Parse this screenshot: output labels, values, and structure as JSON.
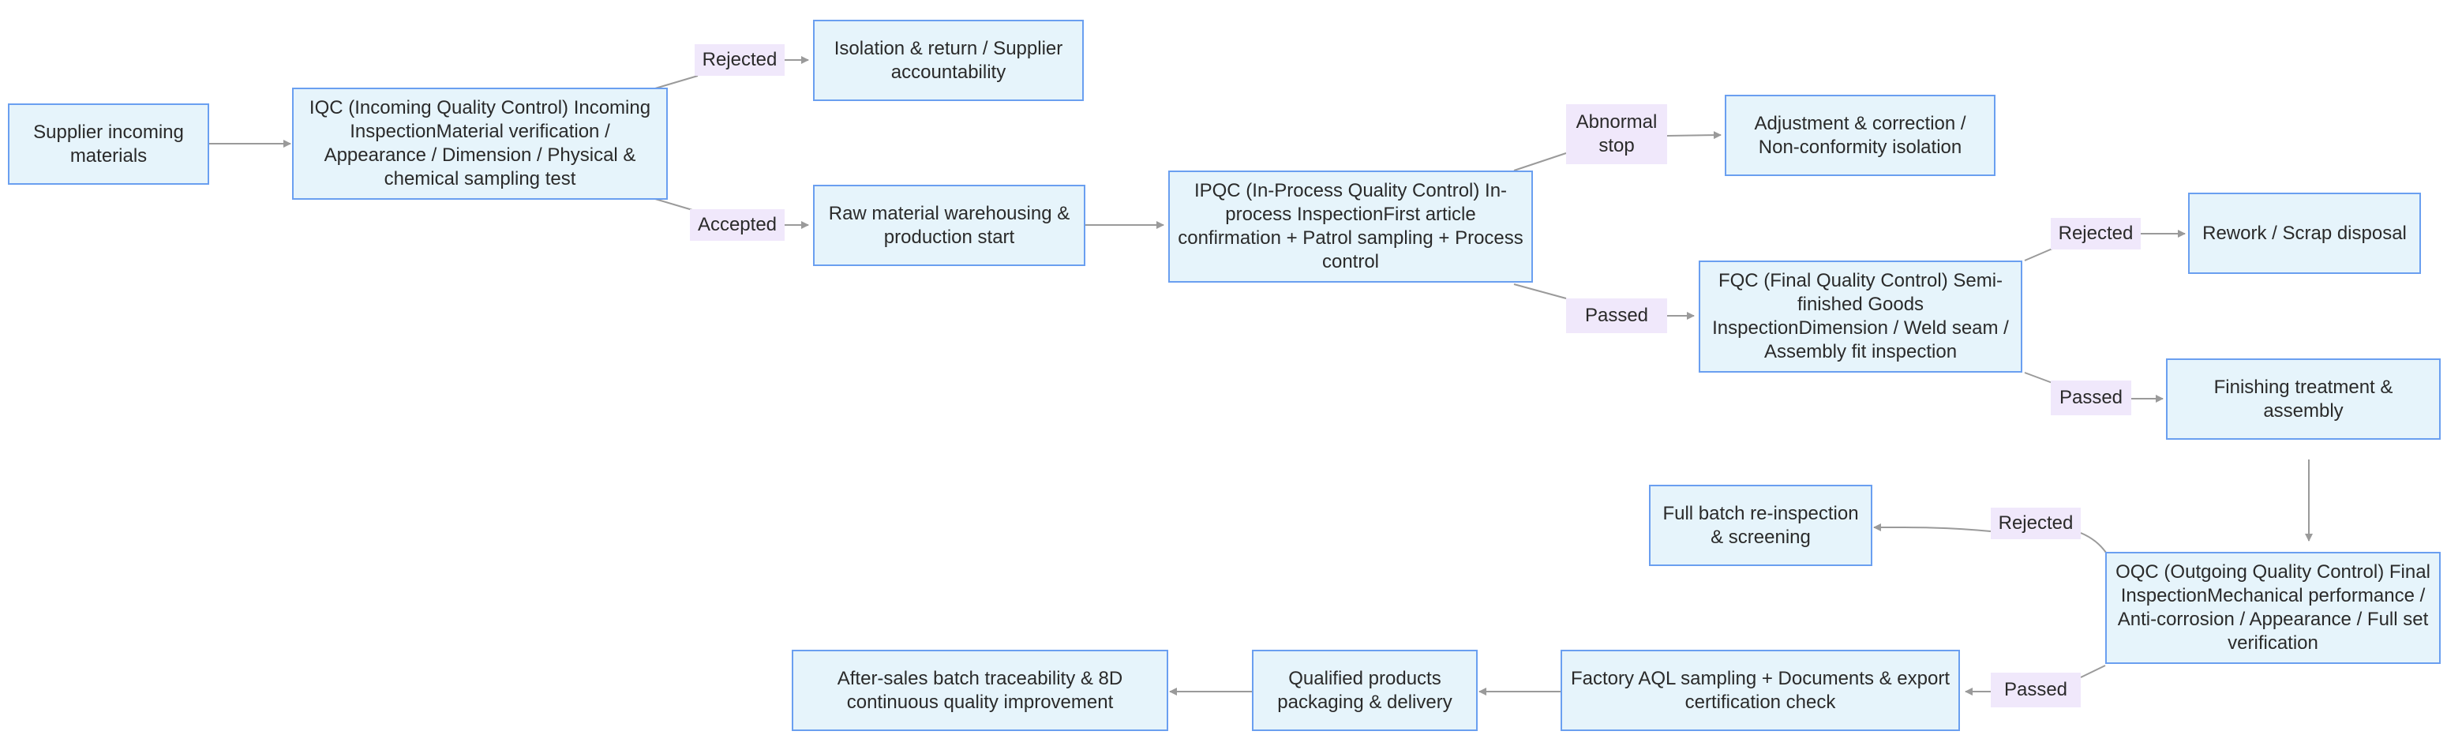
{
  "nodes": {
    "supplier": "Supplier incoming materials",
    "iqc": "IQC (Incoming Quality Control) Incoming InspectionMaterial verification / Appearance / Dimension / Physical & chemical sampling test",
    "isolation": "Isolation & return / Supplier accountability",
    "raw_material": "Raw material warehousing & production start",
    "ipqc": "IPQC (In-Process Quality Control) In-process InspectionFirst article confirmation + Patrol sampling + Process control",
    "adjustment": "Adjustment & correction / Non-conformity isolation",
    "fqc": "FQC (Final Quality Control) Semi-finished Goods InspectionDimension / Weld seam / Assembly fit inspection",
    "rework": "Rework / Scrap disposal",
    "finishing": "Finishing treatment & assembly",
    "oqc": "OQC (Outgoing Quality Control) Final InspectionMechanical performance / Anti-corrosion / Appearance / Full set verification",
    "reinspection": "Full batch re-inspection & screening",
    "aql": "Factory AQL sampling + Documents & export certification check",
    "packaging": "Qualified products packaging & delivery",
    "aftersales": "After-sales batch traceability & 8D continuous quality improvement"
  },
  "edge_labels": {
    "iqc_rejected": "Rejected",
    "iqc_accepted": "Accepted",
    "ipqc_abnormal": "Abnormal stop",
    "ipqc_passed": "Passed",
    "fqc_rejected": "Rejected",
    "fqc_passed": "Passed",
    "oqc_rejected": "Rejected",
    "oqc_passed": "Passed"
  },
  "colors": {
    "node_fill": "#e6f4fb",
    "node_border": "#6a9ff0",
    "label_fill": "#f0e8fb",
    "edge": "#9a9a9a"
  }
}
